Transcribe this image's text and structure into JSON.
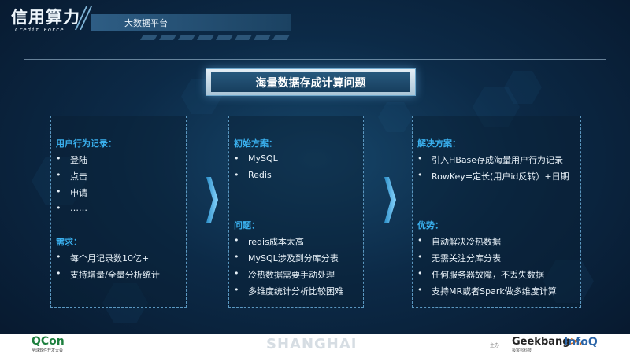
{
  "header": {
    "logo_text": "信用算力",
    "logo_subtext": "Credit Force",
    "section_title": "大数据平台"
  },
  "slide_title": "海量数据存成计算问题",
  "left_card": {
    "heading1": "用户行为记录：",
    "items1": [
      "登陆",
      "点击",
      "申请",
      "……"
    ],
    "heading2": "需求：",
    "items2": [
      "每个月记录数10亿+",
      "支持增量/全量分析统计"
    ]
  },
  "middle_card": {
    "heading1": "初始方案：",
    "items1": [
      "MySQL",
      "Redis"
    ],
    "heading2": "问题：",
    "items2": [
      "redis成本太高",
      "MySQL涉及到分库分表",
      "冷热数据需要手动处理",
      "多维度统计分析比较困难"
    ]
  },
  "right_card": {
    "heading1": "解决方案：",
    "items1": [
      "引入HBase存成海量用户行为记录",
      "RowKey=定长(用户id反转）+日期"
    ],
    "heading2": "优势：",
    "items2": [
      "自动解决冷热数据",
      "无需关注分库分表",
      "任何服务器故障，不丢失数据",
      "支持MR或者Spark做多维度计算"
    ]
  },
  "bullet": "•",
  "footer": {
    "qcon": "QCon",
    "qcon_sub": "全球软件开发大会",
    "city": "SHANGHAI",
    "invited_by": "主办",
    "geekbang": "Geekbang",
    "geekbang_mark": ">.",
    "geekbang_sub": "极客邦科技",
    "infoq": "InfoQ"
  },
  "colors": {
    "heading_blue": "#3ab0ee",
    "qcon_green": "#1d7f3e",
    "infoq_blue": "#2b65a8",
    "geekbang_orange": "#d96a17"
  }
}
